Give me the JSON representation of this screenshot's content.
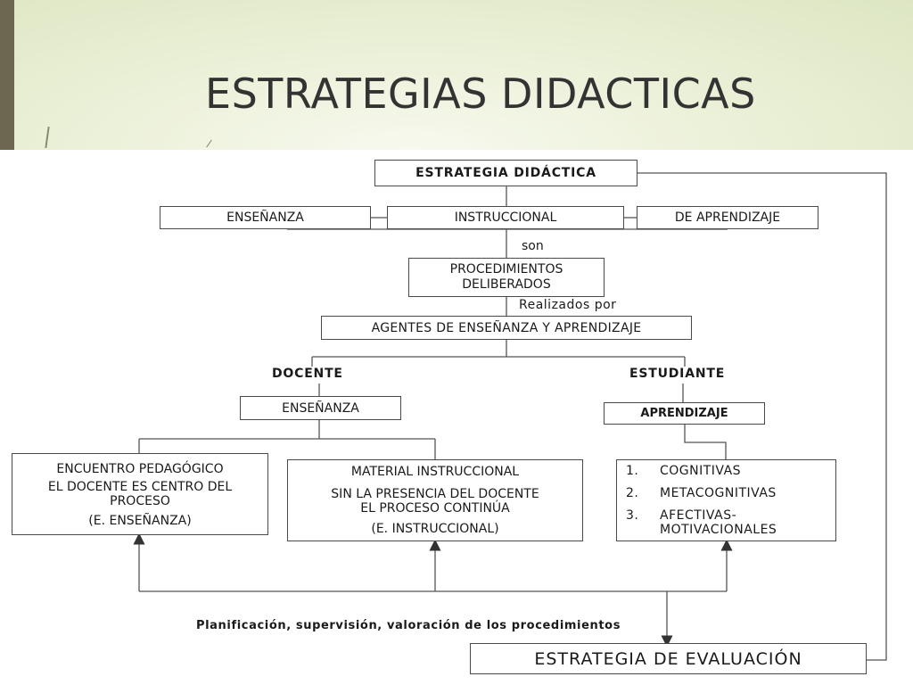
{
  "slide": {
    "title": "ESTRATEGIAS DIDACTICAS"
  },
  "diagram": {
    "root": "ESTRATEGIA DIDÁCTICA",
    "types": [
      "ENSEÑANZA",
      "INSTRUCCIONAL",
      "DE APRENDIZAJE"
    ],
    "connector_son": "son",
    "procedures": [
      "PROCEDIMIENTOS",
      "DELIBERADOS"
    ],
    "connector_realizados": "Realizados por",
    "agents": "AGENTES DE ENSEÑANZA Y APRENDIZAJE",
    "docente_label": "DOCENTE",
    "estudiante_label": "ESTUDIANTE",
    "docente_box": "ENSEÑANZA",
    "estudiante_box": "APRENDIZAJE",
    "encuentro": {
      "line1": "ENCUENTRO PEDAGÓGICO",
      "line2": "EL DOCENTE ES CENTRO DEL",
      "line3": "PROCESO",
      "line4": "(E. ENSEÑANZA)"
    },
    "material": {
      "line1": "MATERIAL INSTRUCCIONAL",
      "line2": "SIN LA PRESENCIA DEL DOCENTE",
      "line3": "EL PROCESO CONTINÚA",
      "line4": "(E. INSTRUCCIONAL)"
    },
    "strategies_list": [
      {
        "num": "1.",
        "text": "COGNITIVAS"
      },
      {
        "num": "2.",
        "text": "METACOGNITIVAS"
      },
      {
        "num": "3.",
        "text": "AFECTIVAS-\nMOTIVACIONALES"
      }
    ],
    "planning_caption": "Planificación, supervisión, valoración de los procedimientos",
    "evaluation": "ESTRATEGIA DE EVALUACIÓN"
  }
}
